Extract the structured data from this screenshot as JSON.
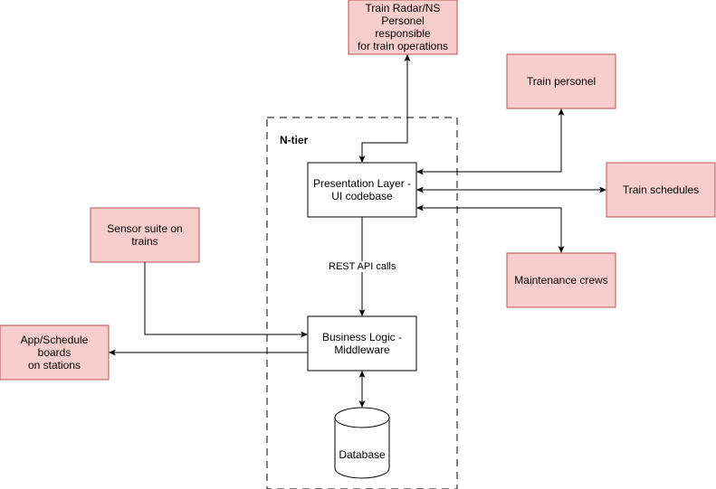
{
  "colors": {
    "external_fill": "#f8cecc",
    "external_stroke": "#b85450",
    "internal_fill": "#ffffff",
    "stroke": "#000000"
  },
  "tier": {
    "title": "N-tier"
  },
  "nodes": {
    "train_radar": "Train Radar/NS\nPersonel responsible\nfor train operations",
    "train_personel": "Train personel",
    "train_schedules": "Train schedules",
    "maintenance_crews": "Maintenance crews",
    "sensor_suite": "Sensor suite on trains",
    "app_boards": "App/Schedule boards\non stations",
    "presentation": "Presentation Layer -\nUI codebase",
    "business_logic": "Business Logic -\nMiddleware",
    "database": "Database"
  },
  "edges": {
    "rest_api": "REST API calls"
  }
}
